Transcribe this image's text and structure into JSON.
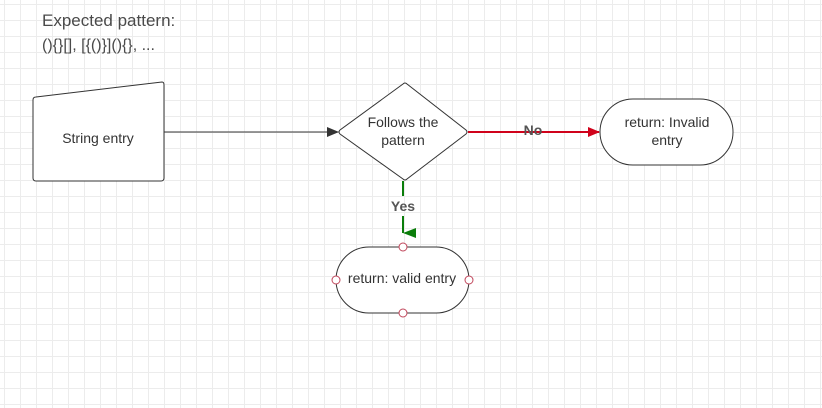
{
  "note": {
    "title": "Expected pattern:",
    "examples": "(){}[], [{()}](){}, ..."
  },
  "nodes": {
    "string_entry": {
      "label": "String entry"
    },
    "decision": {
      "line1": "Follows the",
      "line2": "pattern"
    },
    "invalid": {
      "line1": "return: Invalid",
      "line2": "entry"
    },
    "valid": {
      "label": "return: valid entry"
    }
  },
  "edges": {
    "no_label": "No",
    "yes_label": "Yes"
  },
  "colors": {
    "no_arrow": "#d0021b",
    "yes_arrow": "#0a7d0a",
    "default_arrow": "#333333",
    "connection_point": "#c0455a"
  }
}
